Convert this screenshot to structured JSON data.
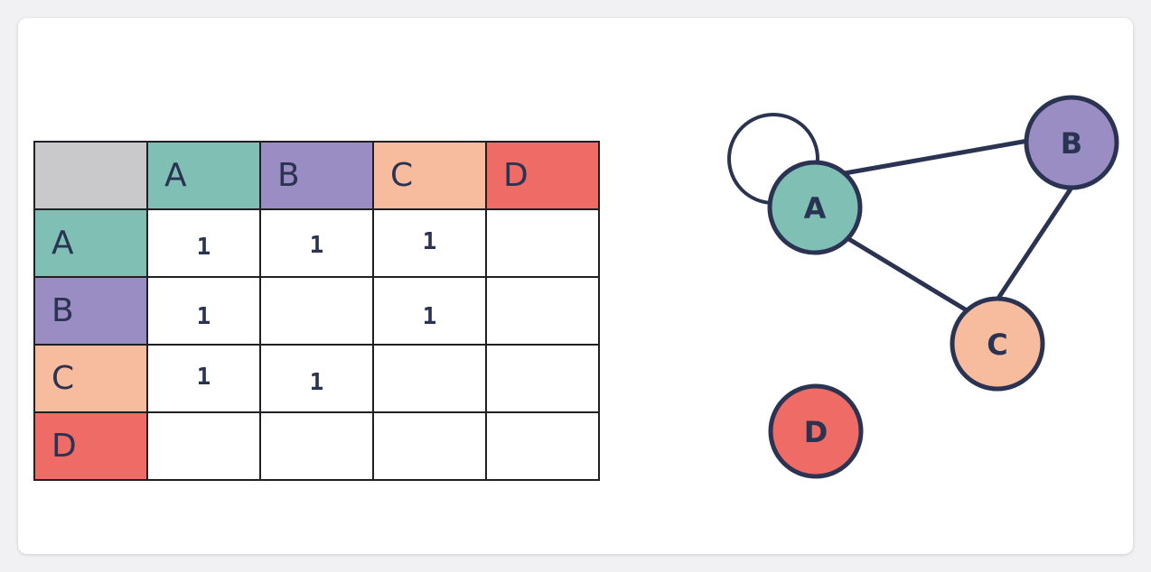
{
  "colors": {
    "corner": "#c9c8ca",
    "A": "#7fbfb4",
    "B": "#9a8dc4",
    "C": "#f7bc9d",
    "D": "#ef6b66",
    "ink": "#2b3352",
    "grid": "#1f1f24"
  },
  "matrix": {
    "column_headers": [
      "A",
      "B",
      "C",
      "D"
    ],
    "rows": [
      {
        "label": "A",
        "cells": [
          "1",
          "1",
          "1",
          ""
        ]
      },
      {
        "label": "B",
        "cells": [
          "1",
          "",
          "1",
          ""
        ]
      },
      {
        "label": "C",
        "cells": [
          "1",
          "1",
          "",
          ""
        ]
      },
      {
        "label": "D",
        "cells": [
          "",
          "",
          "",
          ""
        ]
      }
    ]
  },
  "graph": {
    "nodes": [
      {
        "id": "A",
        "label": "A",
        "color": "#7fbfb4"
      },
      {
        "id": "B",
        "label": "B",
        "color": "#9a8dc4"
      },
      {
        "id": "C",
        "label": "C",
        "color": "#f7bc9d"
      },
      {
        "id": "D",
        "label": "D",
        "color": "#ef6b66"
      }
    ],
    "edges": [
      {
        "from": "A",
        "to": "A"
      },
      {
        "from": "A",
        "to": "B"
      },
      {
        "from": "A",
        "to": "C"
      },
      {
        "from": "B",
        "to": "C"
      }
    ]
  }
}
